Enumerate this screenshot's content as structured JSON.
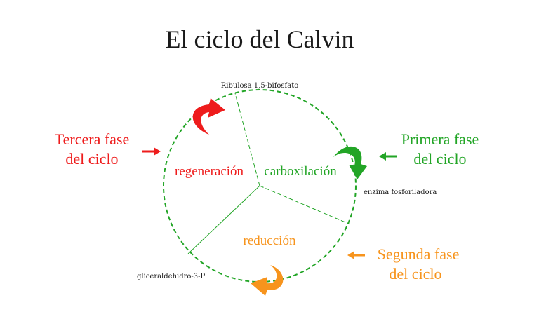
{
  "title": "El ciclo del Calvin",
  "colors": {
    "red": "#ee1c1c",
    "green": "#22a526",
    "orange": "#f7941d",
    "dark": "#1a1a1a"
  },
  "molecules": {
    "top": "Ribulosa 1,5-bifosfato",
    "right": "enzima fosforiladora",
    "bottom_left": "gliceraldehidro-3-P"
  },
  "sections": {
    "regeneration": "regeneración",
    "carboxylation": "carboxilación",
    "reduction": "reducción"
  },
  "phases": {
    "first": {
      "line1": "Primera fase",
      "line2": "del ciclo"
    },
    "second": {
      "line1": "Segunda fase",
      "line2": "del ciclo"
    },
    "third": {
      "line1": "Tercera fase",
      "line2": "del ciclo"
    }
  },
  "icons": {
    "pointer_arrow": "arrow-icon",
    "curved_arrow": "curved-arrow-icon"
  }
}
